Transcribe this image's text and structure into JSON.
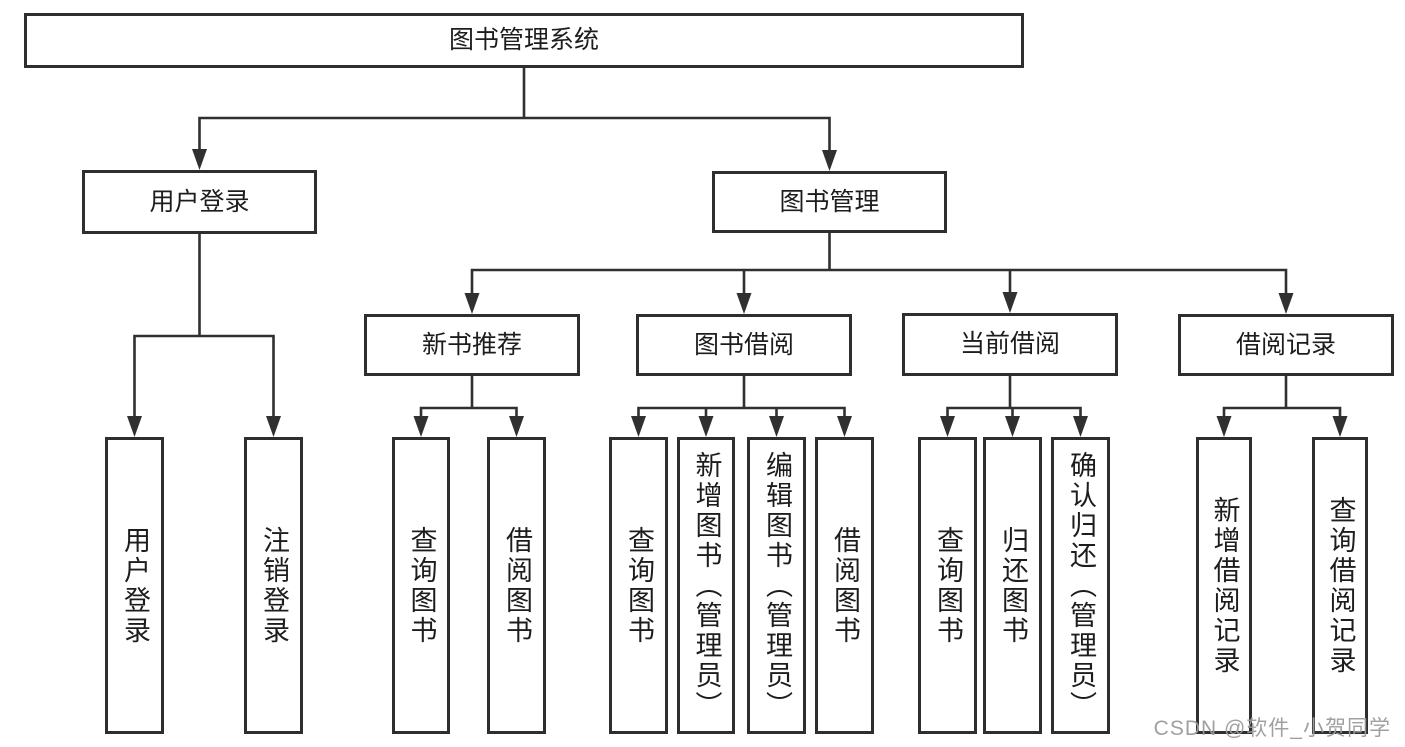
{
  "diagram": {
    "title": "图书管理系统",
    "watermark": "CSDN @软件_小贺同学",
    "colors": {
      "line": "#303030",
      "box_border": "#2e2e2e",
      "text": "#1d1d1d",
      "background": "#ffffff",
      "watermark": "#9b9b9b"
    },
    "nodes": [
      {
        "id": "root",
        "label": "图书管理系统",
        "parent": null
      },
      {
        "id": "login",
        "label": "用户登录",
        "parent": "root"
      },
      {
        "id": "mgmt",
        "label": "图书管理",
        "parent": "root"
      },
      {
        "id": "rec",
        "label": "新书推荐",
        "parent": "mgmt"
      },
      {
        "id": "borrow",
        "label": "图书借阅",
        "parent": "mgmt"
      },
      {
        "id": "current",
        "label": "当前借阅",
        "parent": "mgmt"
      },
      {
        "id": "record",
        "label": "借阅记录",
        "parent": "mgmt"
      },
      {
        "id": "login-user",
        "label": "用户登录",
        "parent": "login",
        "vertical": true
      },
      {
        "id": "login-logout",
        "label": "注销登录",
        "parent": "login",
        "vertical": true
      },
      {
        "id": "rec-query",
        "label": "查询图书",
        "parent": "rec",
        "vertical": true
      },
      {
        "id": "rec-borrow",
        "label": "借阅图书",
        "parent": "rec",
        "vertical": true
      },
      {
        "id": "borrow-query",
        "label": "查询图书",
        "parent": "borrow",
        "vertical": true
      },
      {
        "id": "borrow-add",
        "label": "新增图书（管理员）",
        "parent": "borrow",
        "vertical": true
      },
      {
        "id": "borrow-edit",
        "label": "编辑图书（管理员）",
        "parent": "borrow",
        "vertical": true
      },
      {
        "id": "borrow-do",
        "label": "借阅图书",
        "parent": "borrow",
        "vertical": true
      },
      {
        "id": "cur-query",
        "label": "查询图书",
        "parent": "current",
        "vertical": true
      },
      {
        "id": "cur-return",
        "label": "归还图书",
        "parent": "current",
        "vertical": true
      },
      {
        "id": "cur-confirm",
        "label": "确认归还（管理员）",
        "parent": "current",
        "vertical": true
      },
      {
        "id": "record-add",
        "label": "新增借阅记录",
        "parent": "record",
        "vertical": true
      },
      {
        "id": "record-query",
        "label": "查询借阅记录",
        "parent": "record",
        "vertical": true
      }
    ]
  }
}
